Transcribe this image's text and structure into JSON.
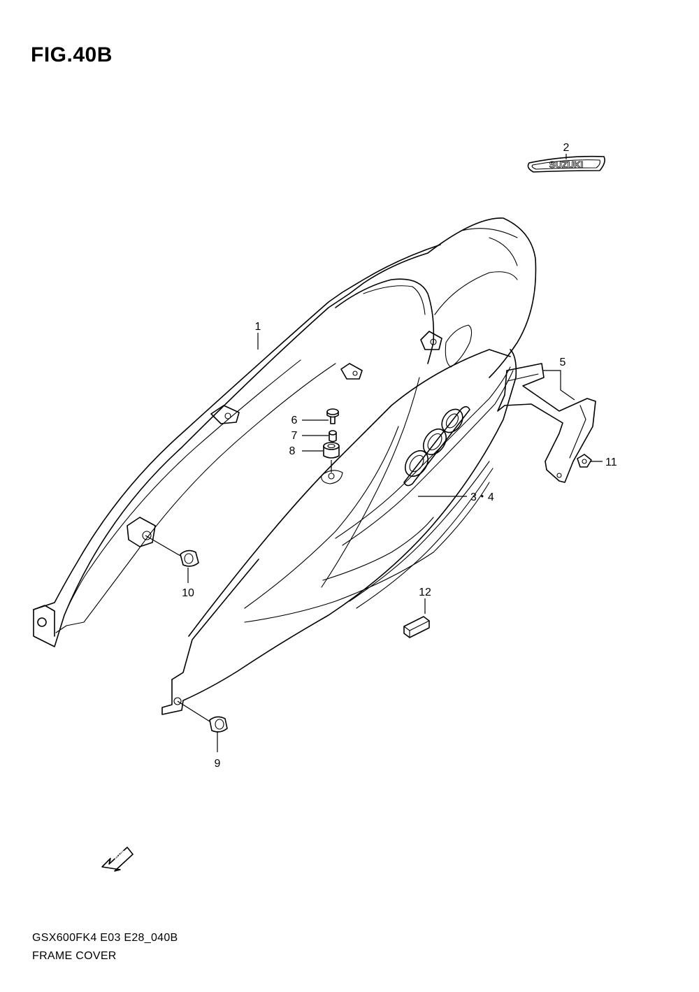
{
  "figure": {
    "title": "FIG.40B",
    "model_code": "GSX600FK4 E03 E28_040B",
    "name": "FRAME COVER"
  },
  "callouts": [
    {
      "id": "c1",
      "label": "1"
    },
    {
      "id": "c2",
      "label": "2"
    },
    {
      "id": "c34",
      "label": "3・4"
    },
    {
      "id": "c5",
      "label": "5"
    },
    {
      "id": "c6",
      "label": "6"
    },
    {
      "id": "c7",
      "label": "7"
    },
    {
      "id": "c8",
      "label": "8"
    },
    {
      "id": "c9",
      "label": "9"
    },
    {
      "id": "c10",
      "label": "10"
    },
    {
      "id": "c11",
      "label": "11"
    },
    {
      "id": "c12",
      "label": "12"
    }
  ],
  "emblem_text": "SUZUKI",
  "fwd_arrow_text": "FWD",
  "icons": [
    "fwd-arrow-icon",
    "suzuki-emblem"
  ]
}
